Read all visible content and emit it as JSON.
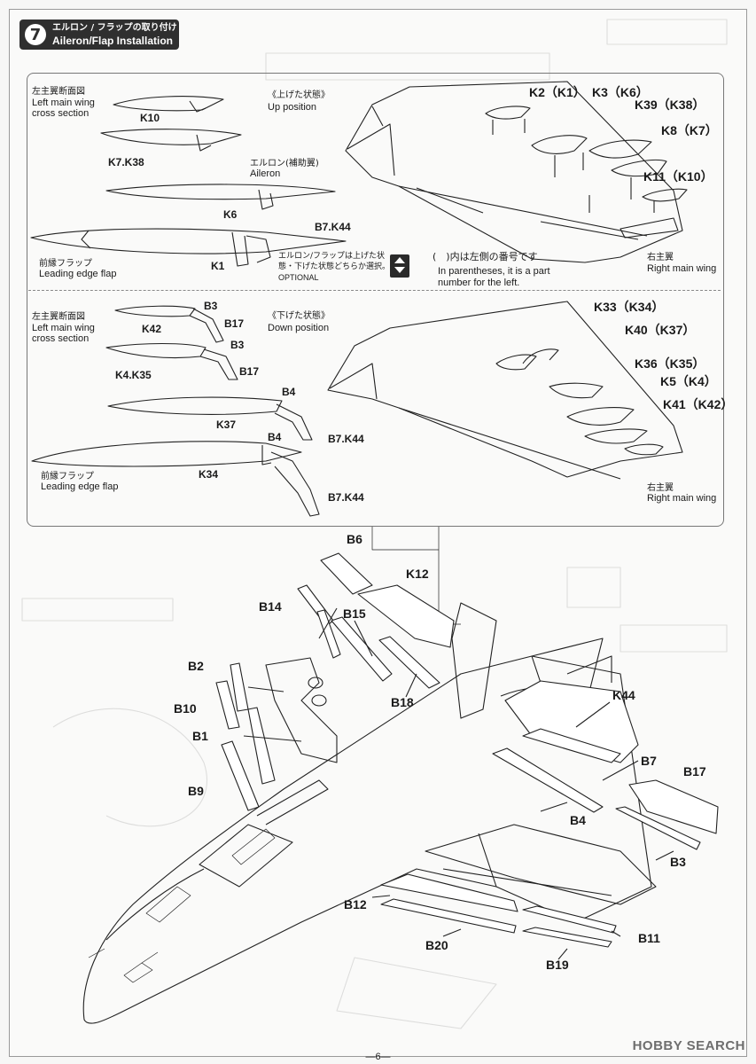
{
  "step": {
    "number": "7",
    "title_jp": "エルロン / フラップの取り付け",
    "title_en": "Aileron/Flap Installation"
  },
  "up_section": {
    "cross_section_jp": "左主翼断面図",
    "cross_section_en_1": "Left main wing",
    "cross_section_en_2": "cross section",
    "position_jp": "《上げた状態》",
    "position_en": "Up position",
    "aileron_jp": "エルロン(補助翼)",
    "aileron_en": "Aileron",
    "leading_edge_jp": "前縁フラップ",
    "leading_edge_en": "Leading edge flap",
    "optional_jp_1": "エルロン/フラップは上げた状",
    "optional_jp_2": "態・下げた状態どちらか選択。",
    "optional_en": "OPTIONAL",
    "parentheses_jp": "(　)内は左側の番号です",
    "parentheses_en_1": "In parentheses, it is a part",
    "parentheses_en_2": "number for the left.",
    "right_wing_jp": "右主翼",
    "right_wing_en": "Right main wing",
    "parts_left": [
      "K10",
      "K7.K38",
      "K6",
      "B7.K44",
      "K1"
    ],
    "parts_right": [
      "K2（K1）",
      "K3（K6）",
      "K39（K38）",
      "K8（K7）",
      "K11（K10）"
    ]
  },
  "down_section": {
    "cross_section_jp": "左主翼断面図",
    "cross_section_en_1": "Left main wing",
    "cross_section_en_2": "cross section",
    "position_jp": "《下げた状態》",
    "position_en": "Down position",
    "leading_edge_jp": "前縁フラップ",
    "leading_edge_en": "Leading edge flap",
    "right_wing_jp": "右主翼",
    "right_wing_en": "Right main wing",
    "parts_left": [
      "B3",
      "K42",
      "B17",
      "B3",
      "K4.K35",
      "B17",
      "B4",
      "K37",
      "B4",
      "B7.K44",
      "K34",
      "B7.K44"
    ],
    "parts_right": [
      "K33（K34）",
      "K40（K37）",
      "K36（K35）",
      "K5（K4）",
      "K41（K42）"
    ]
  },
  "main_parts": [
    "B6",
    "K12",
    "B14",
    "B15",
    "B2",
    "B10",
    "B18",
    "B1",
    "B9",
    "K44",
    "B7",
    "B17",
    "B4",
    "B3",
    "B12",
    "B20",
    "B11",
    "B19"
  ],
  "page_number": "—6—",
  "watermark": "HOBBY SEARCH"
}
